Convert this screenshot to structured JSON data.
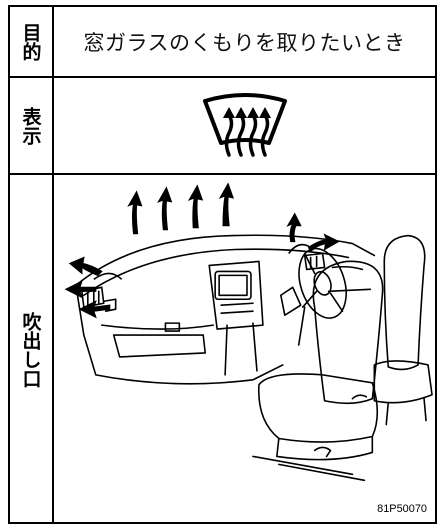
{
  "rows": {
    "purpose": {
      "label": "目的",
      "text": "窓ガラスのくもりを取りたいとき"
    },
    "display": {
      "label": "表示",
      "icon": "windshield-defrost-icon"
    },
    "outlets": {
      "label": "吹出し口",
      "figure": "dashboard-vents-airflow-illustration",
      "code": "81P50070"
    }
  }
}
